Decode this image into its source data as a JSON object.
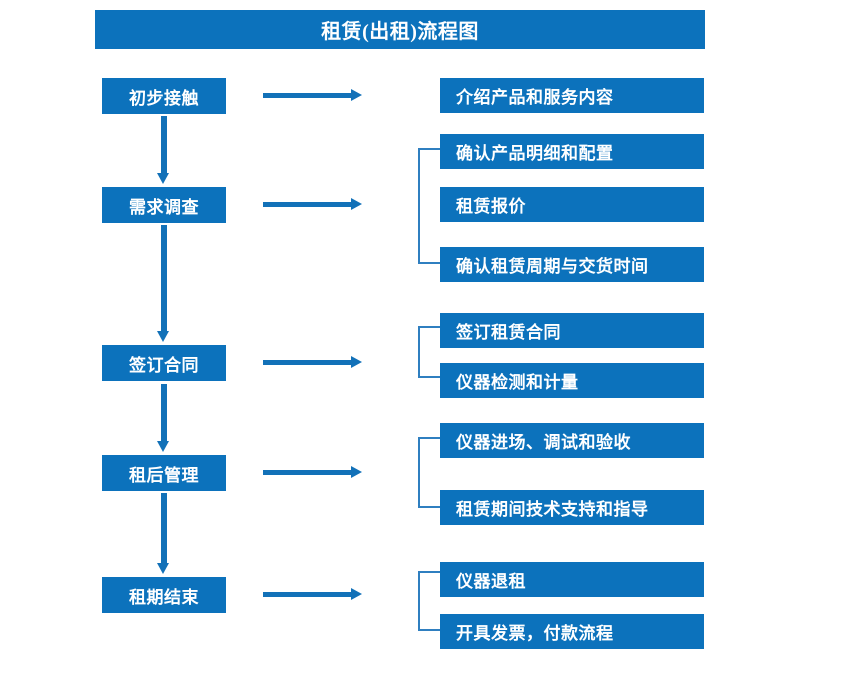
{
  "title": "租赁(出租)流程图",
  "colors": {
    "box_fill": "#0c72bc",
    "box_text": "#ffffff",
    "arrow": "#1271b8",
    "bracket": "#2f7fc0",
    "background": "#ffffff"
  },
  "stages": [
    {
      "label": "初步接触"
    },
    {
      "label": "需求调查"
    },
    {
      "label": "签订合同"
    },
    {
      "label": "租后管理"
    },
    {
      "label": "租期结束"
    }
  ],
  "tasks": [
    {
      "label": "介绍产品和服务内容"
    },
    {
      "label": "确认产品明细和配置"
    },
    {
      "label": "租赁报价"
    },
    {
      "label": "确认租赁周期与交货时间"
    },
    {
      "label": "签订租赁合同"
    },
    {
      "label": "仪器检测和计量"
    },
    {
      "label": "仪器进场、调试和验收"
    },
    {
      "label": "租赁期间技术支持和指导"
    },
    {
      "label": "仪器退租"
    },
    {
      "label": "开具发票，付款流程"
    }
  ],
  "groups": [
    {
      "stage": "需求调查",
      "tasks": [
        "确认产品明细和配置",
        "租赁报价",
        "确认租赁周期与交货时间"
      ]
    },
    {
      "stage": "签订合同",
      "tasks": [
        "签订租赁合同",
        "仪器检测和计量"
      ]
    },
    {
      "stage": "租后管理",
      "tasks": [
        "仪器进场、调试和验收",
        "租赁期间技术支持和指导"
      ]
    },
    {
      "stage": "租期结束",
      "tasks": [
        "仪器退租",
        "开具发票，付款流程"
      ]
    }
  ]
}
